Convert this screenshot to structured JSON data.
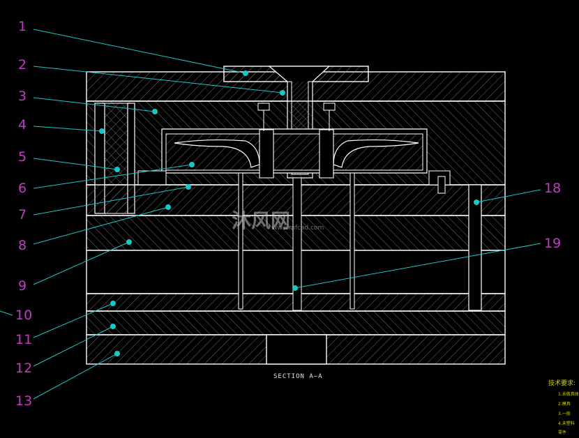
{
  "drawing": {
    "section_label": "SECTION A—A",
    "part_numbers": [
      "1",
      "2",
      "3",
      "4",
      "5",
      "6",
      "7",
      "8",
      "9",
      "10",
      "11",
      "12",
      "13",
      "18",
      "19"
    ],
    "tech_requirements_title": "技术要求:",
    "tech_notes": [
      "1.未做具体",
      "2.模具",
      "3.一般",
      "4.未塑料",
      "零件"
    ],
    "watermark_brand": "沐风网",
    "watermark_url": "www.mfcad.com",
    "colors": {
      "outline": "#ffffff",
      "leader": "#19c7c7",
      "callout_text": "#c23bc2",
      "notes": "#d6d000"
    }
  }
}
